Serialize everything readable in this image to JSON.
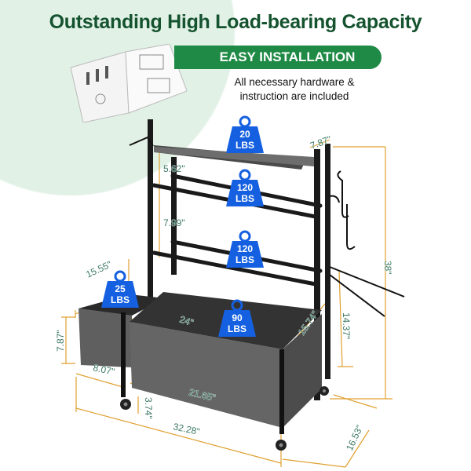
{
  "header": {
    "title": "Outstanding High Load-bearing Capacity",
    "badge": "EASY INSTALLATION",
    "subtitle_line1": "All necessary hardware &",
    "subtitle_line2": "instruction are included"
  },
  "colors": {
    "title": "#15532f",
    "badge": "#1f8a45",
    "weight_badge": "#1560e0",
    "dimension_line": "#e0a030",
    "dimension_text": "#3e7a66"
  },
  "weights": [
    {
      "value": "20",
      "unit": "LBS"
    },
    {
      "value": "120",
      "unit": "LBS"
    },
    {
      "value": "120",
      "unit": "LBS"
    },
    {
      "value": "25",
      "unit": "LBS"
    },
    {
      "value": "90",
      "unit": "LBS"
    }
  ],
  "dimensions": {
    "top_shelf_depth": "7.87\"",
    "shelf_gap_1": "5.62\"",
    "shelf_gap_2": "7.99\"",
    "side_bin_length": "15.55\"",
    "total_height": "38\"",
    "basket_height": "14.37\"",
    "basket_depth": "15.74\"",
    "basket_width": "24\"",
    "side_bin_height": "7.87\"",
    "side_bin_width": "8.07\"",
    "bottom_width": "21.65\"",
    "wheel_height": "3.74\"",
    "total_width": "32.28\"",
    "total_depth": "16.53\""
  }
}
